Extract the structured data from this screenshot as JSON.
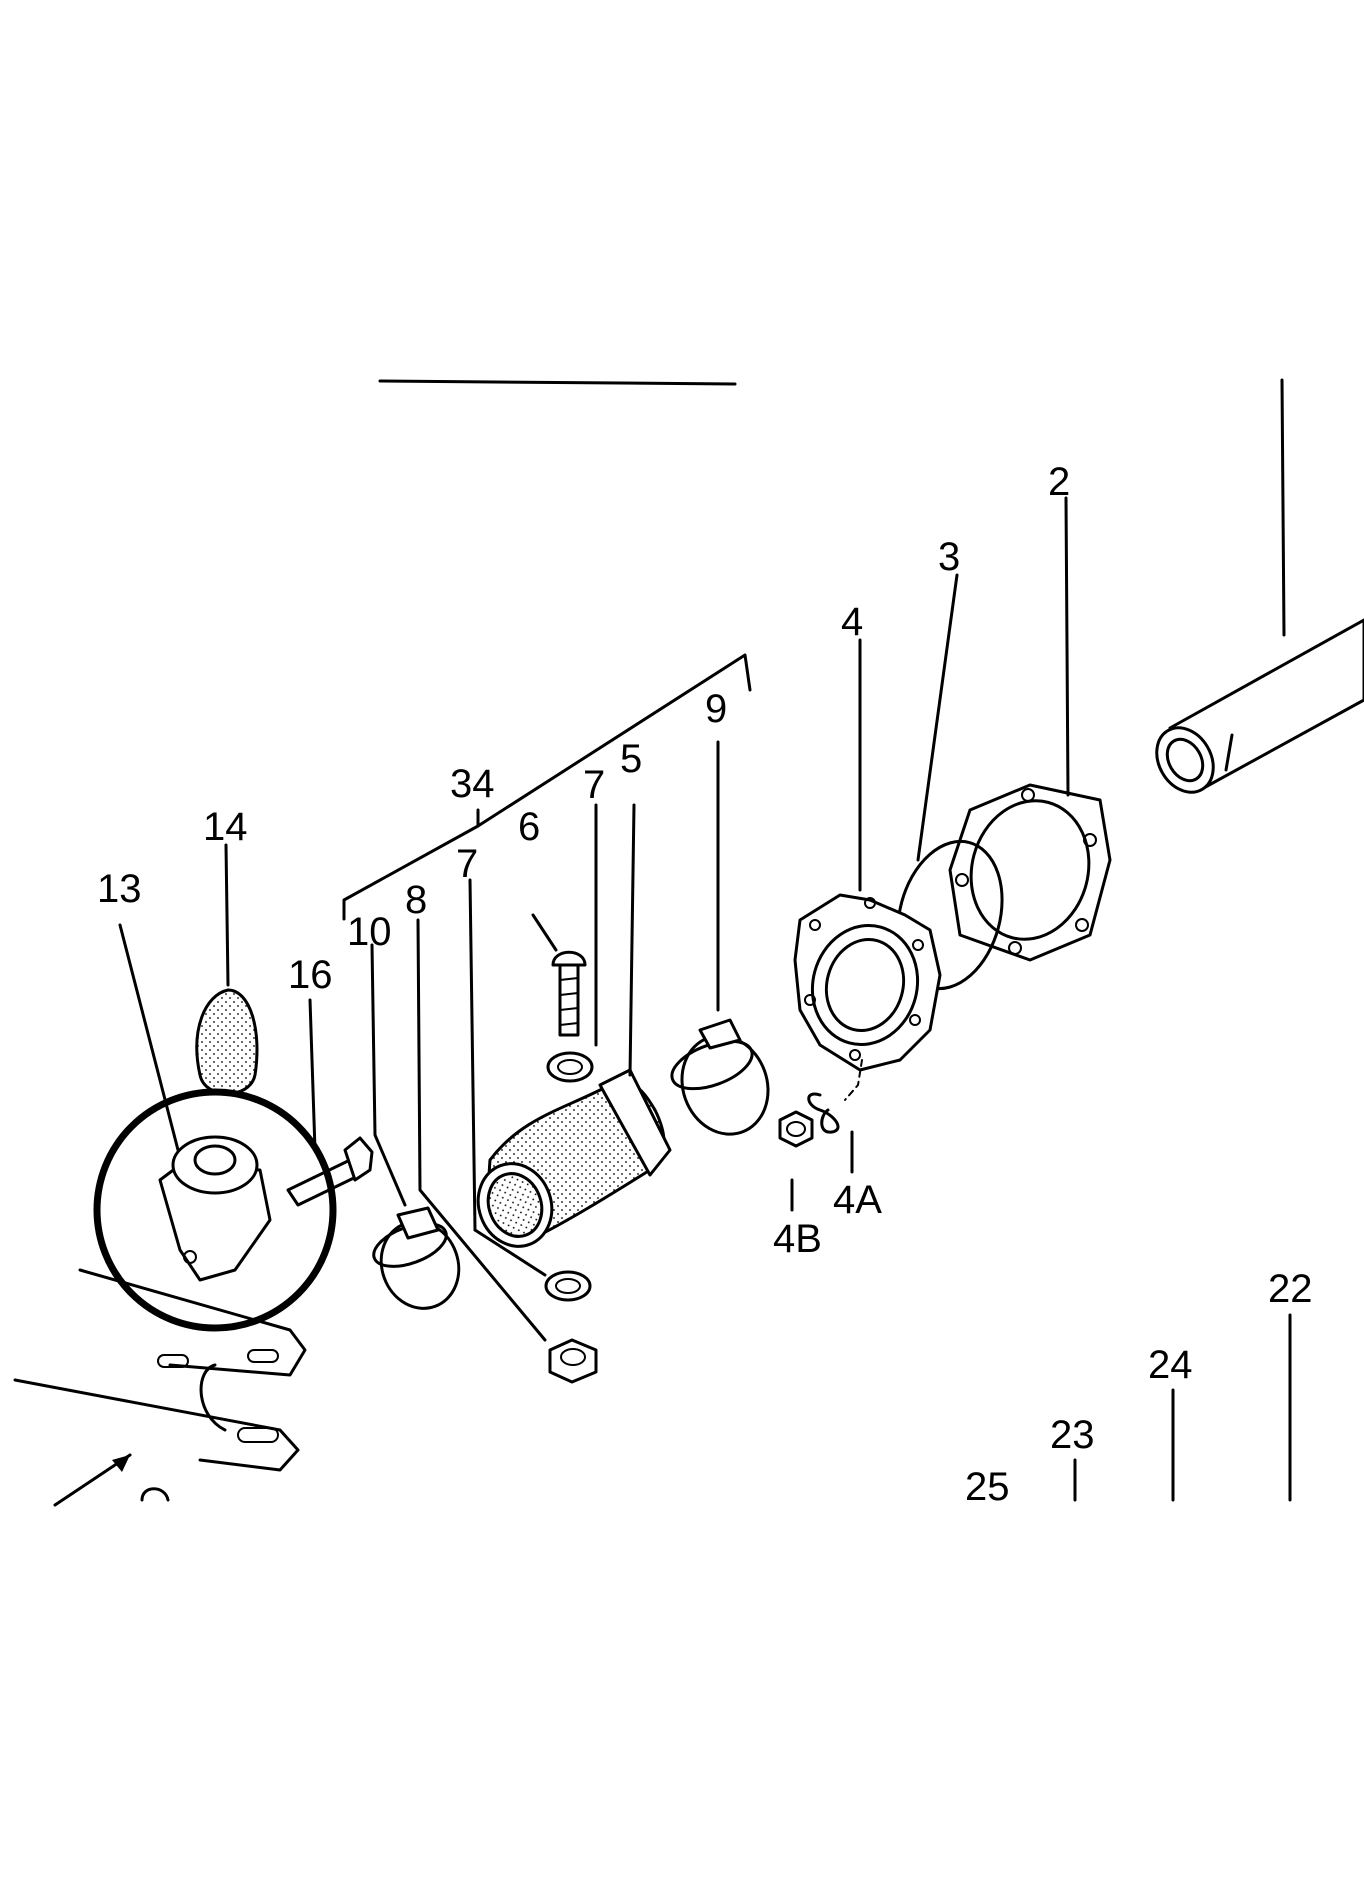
{
  "diagram": {
    "labels": [
      {
        "id": "2",
        "text": "2"
      },
      {
        "id": "3",
        "text": "3"
      },
      {
        "id": "4",
        "text": "4"
      },
      {
        "id": "4A",
        "text": "4A"
      },
      {
        "id": "4B",
        "text": "4B"
      },
      {
        "id": "5",
        "text": "5"
      },
      {
        "id": "6",
        "text": "6"
      },
      {
        "id": "7a",
        "text": "7"
      },
      {
        "id": "7b",
        "text": "7"
      },
      {
        "id": "8",
        "text": "8"
      },
      {
        "id": "9",
        "text": "9"
      },
      {
        "id": "10",
        "text": "10"
      },
      {
        "id": "13",
        "text": "13"
      },
      {
        "id": "14",
        "text": "14"
      },
      {
        "id": "16",
        "text": "16"
      },
      {
        "id": "22",
        "text": "22"
      },
      {
        "id": "23",
        "text": "23"
      },
      {
        "id": "24",
        "text": "24"
      },
      {
        "id": "25",
        "text": "25"
      },
      {
        "id": "34",
        "text": "34"
      }
    ]
  }
}
